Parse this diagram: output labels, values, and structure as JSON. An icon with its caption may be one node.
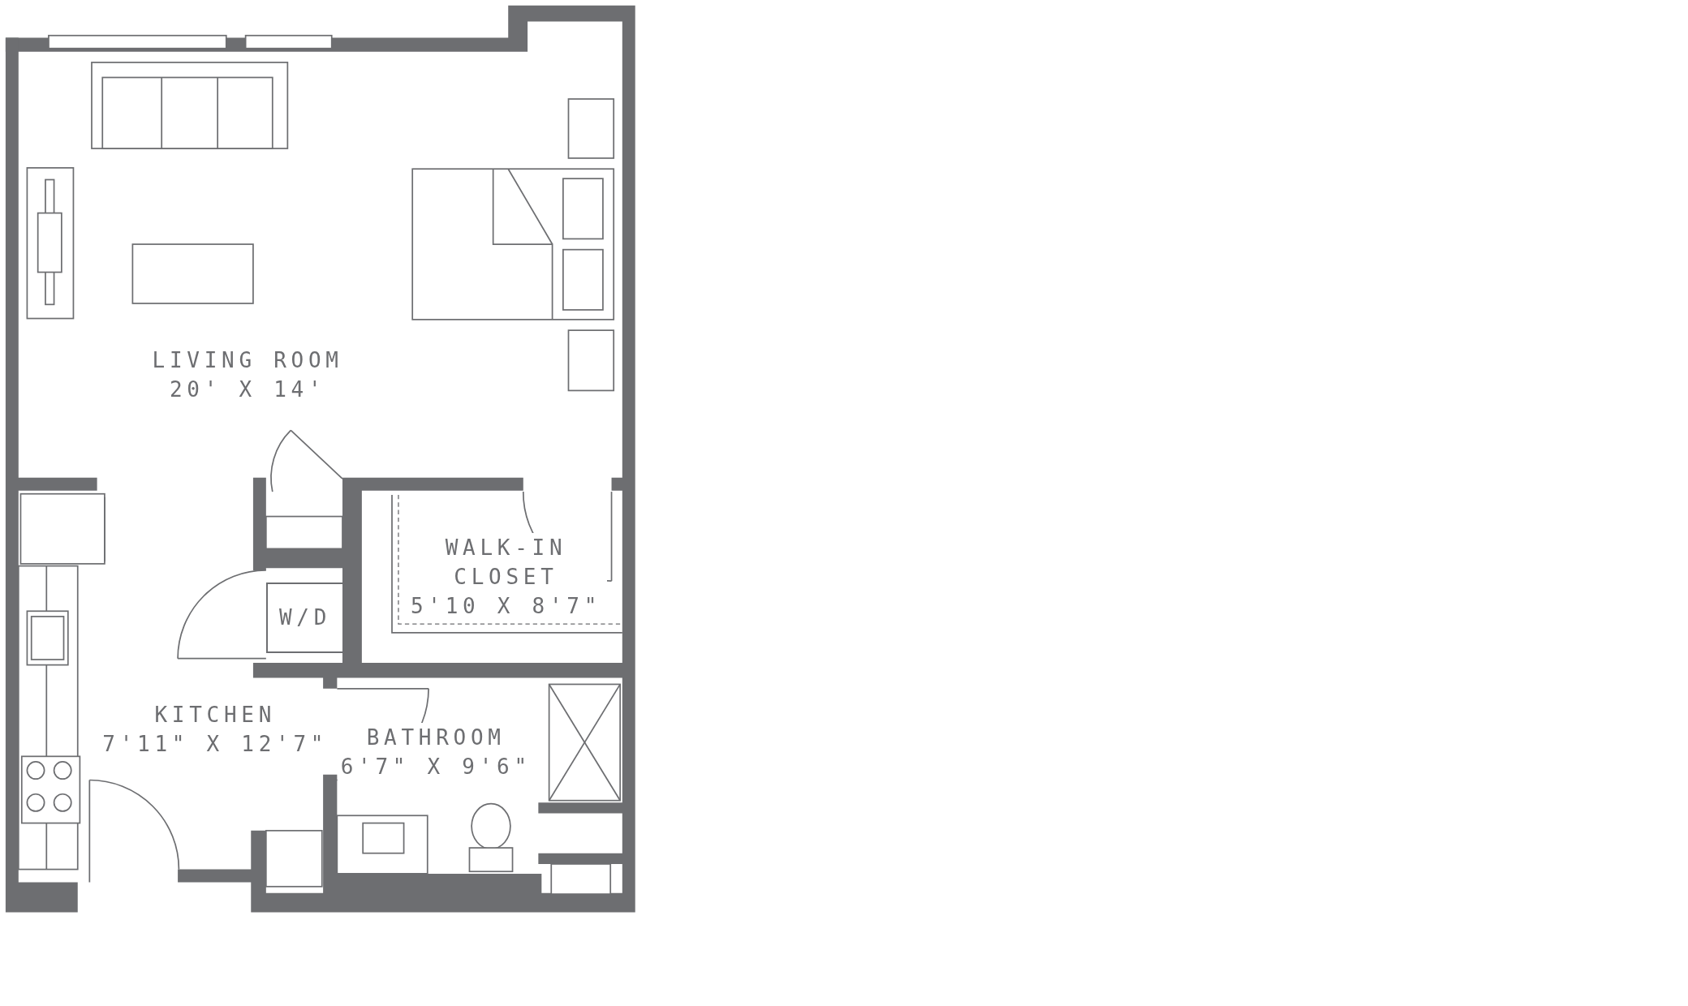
{
  "diagram": {
    "nodes": [
      {
        "text": [
          "LIVING ROOM",
          "20' X 14'"
        ]
      },
      {
        "text": [
          "WALK-IN CLOSET",
          "5'10 X 8'7\""
        ]
      },
      {
        "text": [
          "W/D"
        ]
      },
      {
        "text": [
          "KITCHEN",
          "7'11\" X 12'7\""
        ]
      },
      {
        "text": [
          "BATHROOM",
          "6'7\" X 9'6\""
        ]
      }
    ],
    "edges": []
  }
}
